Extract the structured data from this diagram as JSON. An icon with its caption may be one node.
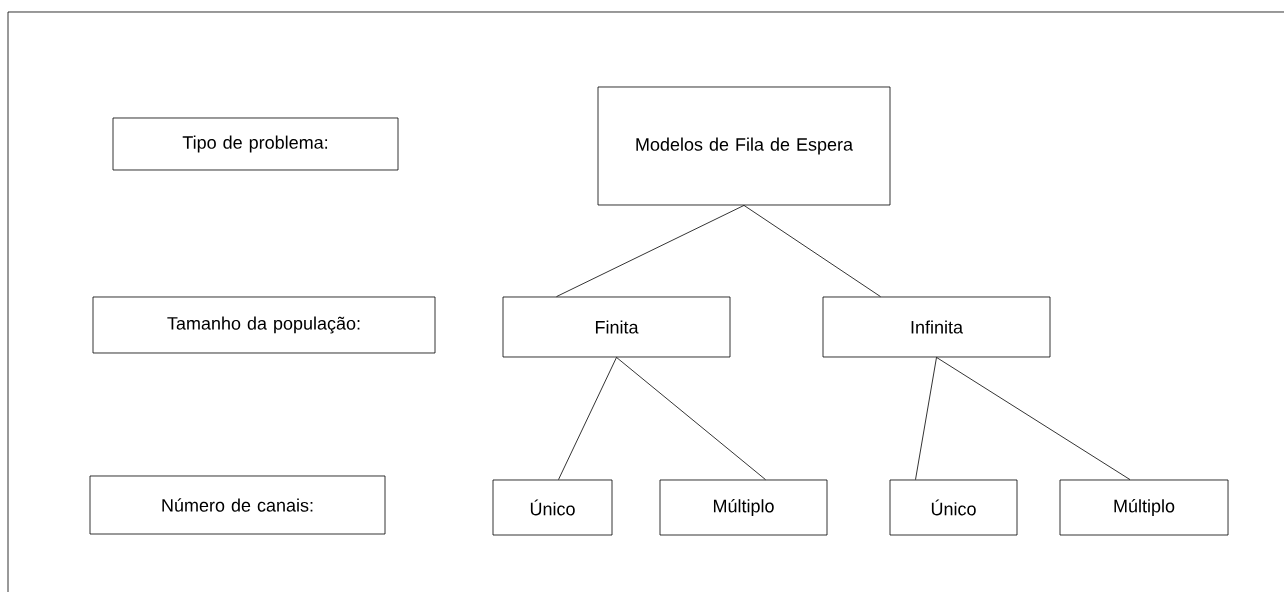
{
  "diagram": {
    "nodes": [
      {
        "text": [
          "Tipo de problema:"
        ]
      },
      {
        "text": [
          "Modelos de Fila de Espera"
        ]
      },
      {
        "text": [
          "Tamanho da população:"
        ]
      },
      {
        "text": [
          "Finita"
        ]
      },
      {
        "text": [
          "Infinita"
        ]
      },
      {
        "text": [
          "Número de canais:"
        ]
      },
      {
        "text": [
          "Único"
        ]
      },
      {
        "text": [
          "Múltiplo"
        ]
      },
      {
        "text": [
          "Único"
        ]
      },
      {
        "text": [
          "Múltiplo"
        ]
      }
    ],
    "edges": [
      {
        "from": 1,
        "to": 3,
        "arrow": "none"
      },
      {
        "from": 1,
        "to": 4,
        "arrow": "none"
      },
      {
        "from": 3,
        "to": 6,
        "arrow": "none"
      },
      {
        "from": 3,
        "to": 7,
        "arrow": "none"
      },
      {
        "from": 4,
        "to": 8,
        "arrow": "none"
      },
      {
        "from": 4,
        "to": 9,
        "arrow": "none"
      }
    ]
  }
}
